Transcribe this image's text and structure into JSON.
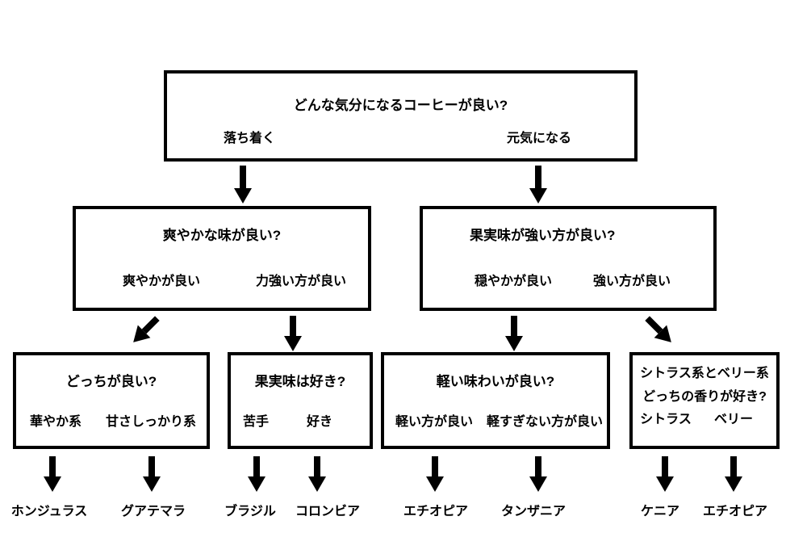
{
  "page": {
    "background_color": "#ffffff",
    "ink_color": "#000000",
    "diagram_type": "decision-tree-flowchart"
  },
  "root": {
    "question": "どんな気分になるコーヒーが良い?",
    "left_option": "落ち着く",
    "right_option": "元気になる"
  },
  "level2": [
    {
      "question": "爽やかな味が良い?",
      "left_option": "爽やかが良い",
      "right_option": "力強い方が良い"
    },
    {
      "question": "果実味が強い方が良い?",
      "left_option": "穏やかが良い",
      "right_option": "強い方が良い"
    }
  ],
  "level3": [
    {
      "question": "どっちが良い?",
      "left_option": "華やか系",
      "right_option": "甘さしっかり系"
    },
    {
      "question": "果実味は好き?",
      "left_option": "苦手",
      "right_option": "好き"
    },
    {
      "question": "軽い味わいが良い?",
      "left_option": "軽い方が良い",
      "right_option": "軽すぎない方が良い"
    },
    {
      "question": "シトラス系とベリー系",
      "question_line2": "どっちの香りが好き?",
      "left_option": "シトラス",
      "right_option": "ベリー"
    }
  ],
  "leaves": [
    "ホンジュラス",
    "グアテマラ",
    "ブラジル",
    "コロンビア",
    "エチオピア",
    "タンザニア",
    "ケニア",
    "エチオピア"
  ]
}
